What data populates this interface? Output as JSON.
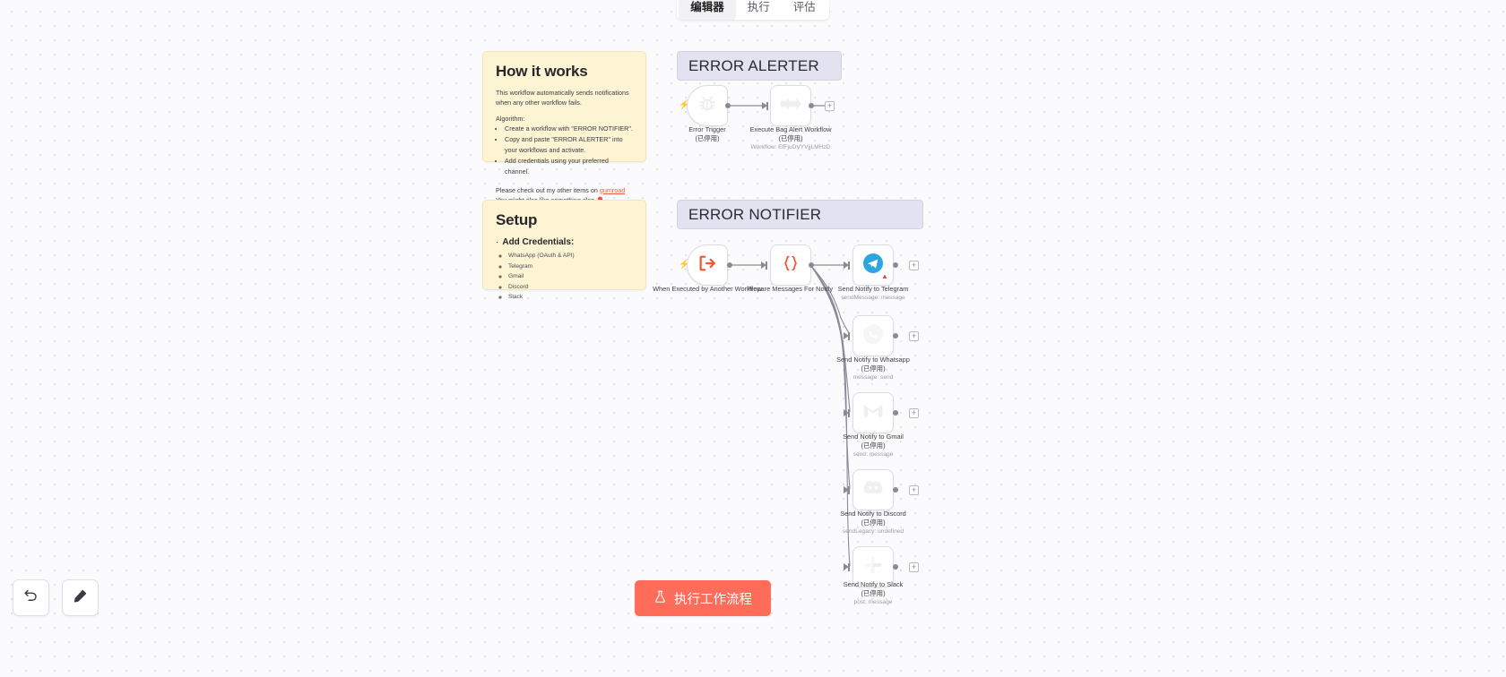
{
  "tabs": [
    {
      "label": "编辑器",
      "active": true
    },
    {
      "label": "执行",
      "active": false
    },
    {
      "label": "评估",
      "active": false
    }
  ],
  "notes": {
    "how_it_works": {
      "title": "How it works",
      "intro": "This workflow automatically sends notifications when any other workflow fails.",
      "algorithm_label": "Algorithm:",
      "steps": [
        "Create a workflow with \"ERROR NOTIFIER\".",
        "Copy and paste \"ERROR ALERTER\" into your workflows and activate.",
        "Add credentials using your preferred channel."
      ],
      "footer_prefix": "Please check out my other items on ",
      "footer_link": "gumroad",
      "footer_line2": "You might also like something else 🎈"
    },
    "setup": {
      "title": "Setup",
      "heading": "Add Credentials:",
      "credentials": [
        "WhatsApp (OAuth & API)",
        "Telegram",
        "Gmail",
        "Discord",
        "Slack"
      ]
    }
  },
  "sections": {
    "alerter": {
      "title": "ERROR ALERTER"
    },
    "notifier": {
      "title": "ERROR NOTIFIER"
    }
  },
  "alerter_nodes": [
    {
      "name": "error-trigger",
      "label": "Error Trigger",
      "state": "(已停用)",
      "meta": "",
      "icon": "bug-icon"
    },
    {
      "name": "execute-bag-alert-workflow",
      "label": "Execute Bag Alert Workflow",
      "state": "(已停用)",
      "meta": "Workflow: EfFjuDVYVjjLMHzD",
      "icon": "execute-workflow-icon"
    }
  ],
  "notifier_nodes": [
    {
      "name": "when-executed-by-another-workflow",
      "label": "When Executed by Another Workflow",
      "state": "",
      "meta": "",
      "icon": "execute-in-icon"
    },
    {
      "name": "prepare-messages-for-notify",
      "label": "Prepare Messages For Notify",
      "state": "",
      "meta": "",
      "icon": "code-braces-icon"
    },
    {
      "name": "send-notify-to-telegram",
      "label": "Send Notify to Telegram",
      "state": "",
      "meta": "sendMessage: message",
      "icon": "telegram-icon"
    },
    {
      "name": "send-notify-to-whatsapp",
      "label": "Send Notify to Whatsapp",
      "state": "(已停用)",
      "meta": "message: send",
      "icon": "whatsapp-icon"
    },
    {
      "name": "send-notify-to-gmail",
      "label": "Send Notify to Gmail",
      "state": "(已停用)",
      "meta": "send: message",
      "icon": "gmail-icon"
    },
    {
      "name": "send-notify-to-discord",
      "label": "Send Notify to Discord",
      "state": "(已停用)",
      "meta": "sendLegacy: undefined",
      "icon": "discord-icon"
    },
    {
      "name": "send-notify-to-slack",
      "label": "Send Notify to Slack",
      "state": "(已停用)",
      "meta": "post: message",
      "icon": "slack-icon"
    }
  ],
  "toolbar": {
    "undo_icon": "undo-arrow-icon",
    "tidy_icon": "tidy-up-icon"
  },
  "execute": {
    "label": "执行工作流程",
    "icon": "flask-icon",
    "color": "#ff6d5a"
  }
}
